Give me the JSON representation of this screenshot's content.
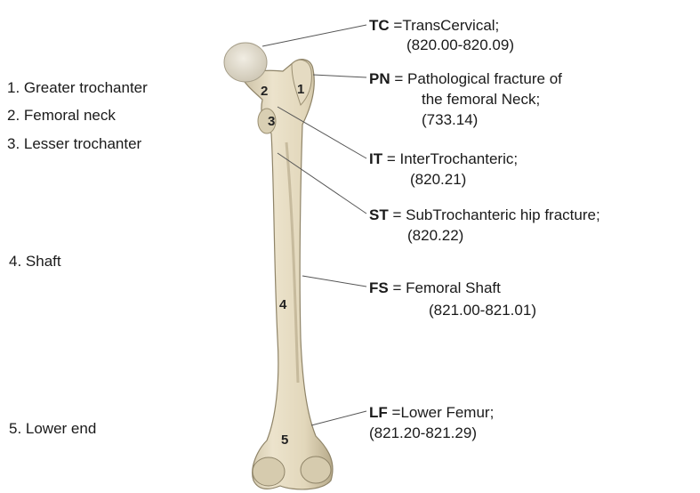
{
  "parts": [
    {
      "label": "1. Greater trochanter"
    },
    {
      "label": "2. Femoral neck"
    },
    {
      "label": "3. Lesser trochanter"
    },
    {
      "label": "4. Shaft"
    },
    {
      "label": "5. Lower end"
    }
  ],
  "bone_numbers": [
    "1",
    "2",
    "3",
    "4",
    "5"
  ],
  "fractures": [
    {
      "abbr": "TC",
      "sep": " =",
      "name": "TransCervical;",
      "name2": "",
      "code": "(820.00-820.09)"
    },
    {
      "abbr": "PN",
      "sep": " = ",
      "name": "Pathological fracture of",
      "name2": "the femoral Neck;",
      "code": "(733.14)"
    },
    {
      "abbr": "IT",
      "sep": " = ",
      "name": "InterTrochanteric;",
      "name2": "",
      "code": "(820.21)"
    },
    {
      "abbr": "ST",
      "sep": " = ",
      "name": "SubTrochanteric hip fracture;",
      "name2": "",
      "code": "(820.22)"
    },
    {
      "abbr": "FS",
      "sep": " = ",
      "name": "Femoral Shaft",
      "name2": "",
      "code": "(821.00-821.01)"
    },
    {
      "abbr": "LF",
      "sep": " =",
      "name": "Lower Femur;",
      "name2": "",
      "code": "(821.20-821.29)"
    }
  ]
}
